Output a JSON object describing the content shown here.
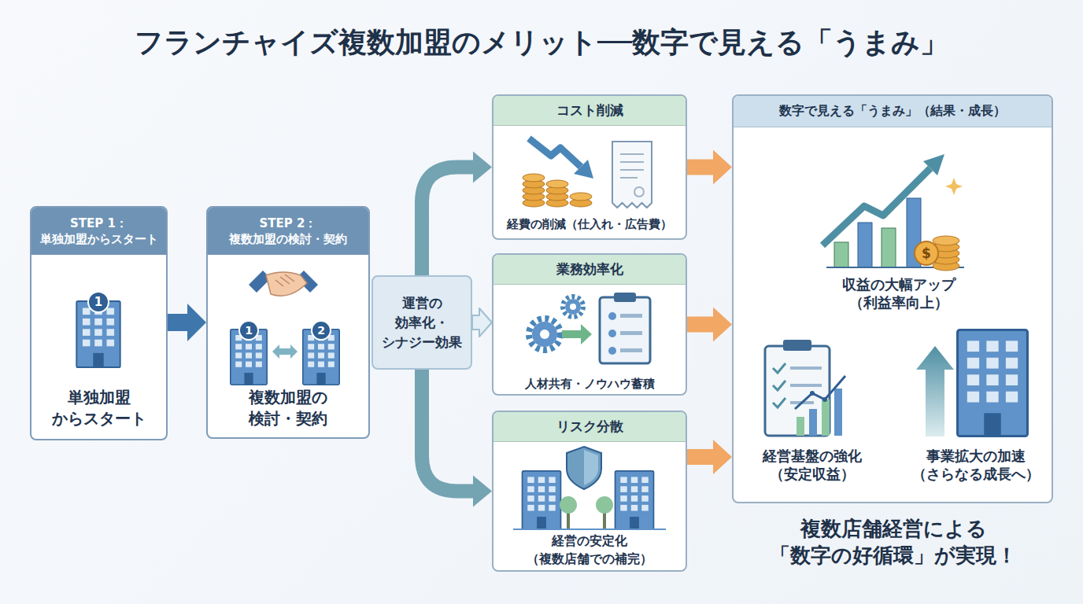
{
  "diagram": {
    "title": "フランチャイズ複数加盟のメリット──数字で見える「うまみ」",
    "caption": "複数店舗経営による 「数字の好循環」が実現！",
    "nodes": [
      {
        "text": [
          "STEP 1： 単独加盟からスタート",
          "単独加盟 からスタート"
        ]
      },
      {
        "text": [
          "STEP 2： 複数加盟の検討・契約",
          "複数加盟の 検討・契約"
        ]
      },
      {
        "text": [
          "運営の 効率化・ シナジー効果"
        ]
      },
      {
        "text": [
          "コスト削減",
          "経費の削減（仕入れ・広告費）"
        ]
      },
      {
        "text": [
          "業務効率化",
          "人材共有・ノウハウ蓄積"
        ]
      },
      {
        "text": [
          "リスク分散",
          "経営の安定化 （複数店舗での補完）"
        ]
      },
      {
        "text": [
          "数字で見える「うまみ」（結果・成長）",
          "収益の大幅アップ （利益率向上）",
          "経営基盤の強化 （安定収益）",
          "事業拡大の加速 （さらなる成長へ）"
        ]
      }
    ],
    "edges": [
      {
        "from": 0,
        "to": 1,
        "arrow": "to"
      },
      {
        "from": 2,
        "to": 3,
        "arrow": "to"
      },
      {
        "from": 2,
        "to": 4,
        "arrow": "to"
      },
      {
        "from": 2,
        "to": 5,
        "arrow": "to"
      },
      {
        "from": 3,
        "to": 6,
        "arrow": "to"
      },
      {
        "from": 4,
        "to": 6,
        "arrow": "to"
      },
      {
        "from": 5,
        "to": 6,
        "arrow": "to"
      }
    ],
    "labels": [
      "1",
      "1",
      "2",
      "$"
    ]
  }
}
